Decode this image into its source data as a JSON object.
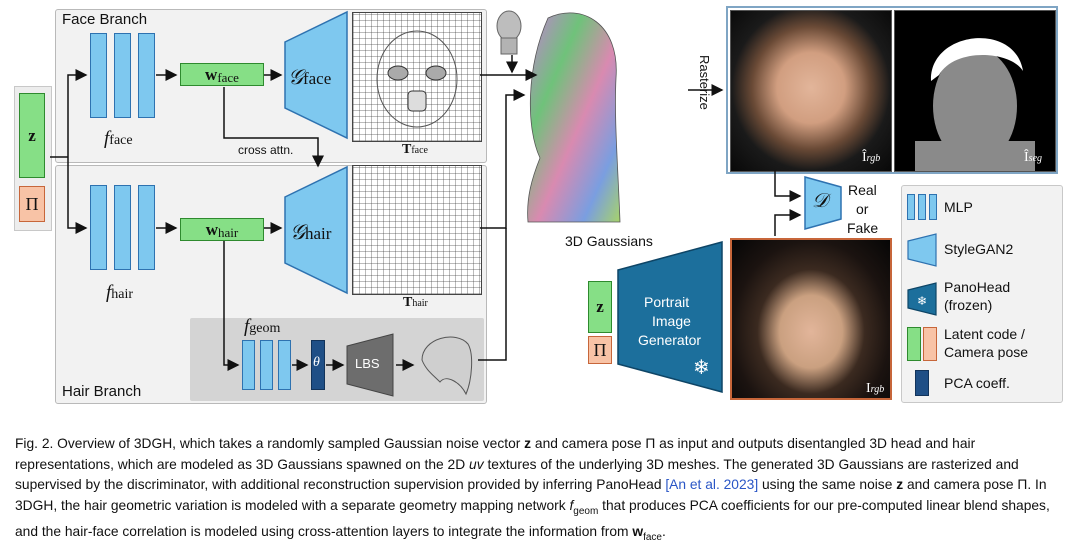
{
  "diagram": {
    "face_branch_title": "Face Branch",
    "hair_branch_title": "Hair Branch",
    "z": "z",
    "pi": "Π",
    "f_face": "f",
    "f_face_sub": "face",
    "f_hair": "f",
    "f_hair_sub": "hair",
    "f_geom": "f",
    "f_geom_sub": "geom",
    "w_face": "w",
    "w_face_sub": "face",
    "w_hair": "w",
    "w_hair_sub": "hair",
    "g_face": "𝒢",
    "g_face_sub": "face",
    "g_hair": "𝒢",
    "g_hair_sub": "hair",
    "cross_attn": "cross attn.",
    "t_face": "T",
    "t_face_sub": "face",
    "t_hair": "T",
    "t_hair_sub": "hair",
    "theta": "θ⃗",
    "lbs": "LBS",
    "gaussians_label": "3D Gaussians",
    "rasterize": "Rasterize",
    "i_rgb_hat": "Î",
    "i_rgb_hat_sub": "rgb",
    "i_seg_hat": "Î",
    "i_seg_hat_sub": "seg",
    "disc": "𝒟",
    "real_or_fake": [
      "Real",
      "or",
      "Fake"
    ],
    "z2": "z",
    "pi2": "Π",
    "portrait_generator": [
      "Portrait",
      "Image",
      "Generator"
    ],
    "i_rgb": "I",
    "i_rgb_sub": "rgb",
    "snowflake": "❄"
  },
  "legend": {
    "items": [
      {
        "label": "MLP",
        "icon": "mlp-icon"
      },
      {
        "label": "StyleGAN2",
        "icon": "stylegan-icon"
      },
      {
        "label": "PanoHead\n(frozen)",
        "icon": "panohead-icon"
      },
      {
        "label": "Latent code /\nCamera pose",
        "icon": "latent-icon"
      },
      {
        "label": "PCA coeff.",
        "icon": "pca-icon"
      }
    ]
  },
  "caption": {
    "prefix": "Fig. 2.  Overview of 3DGH, which takes a randomly sampled Gaussian noise vector ",
    "z1": "z",
    "mid1": " and camera pose Π as input and outputs disentangled 3D head and hair representations, which are modeled as 3D Gaussians spawned on the 2D ",
    "uv": "uv",
    "mid2": " textures of the underlying 3D meshes. The generated 3D Gaussians are rasterized and supervised by the discriminator, with additional reconstruction supervision provided by inferring PanoHead ",
    "cite": "[An et al. 2023]",
    "mid3": " using the same noise ",
    "z2": "z",
    "mid4": " and camera pose Π. In 3DGH, the hair geometric variation is modeled with a separate geometry mapping network ",
    "fgeom": "f",
    "fgeom_sub": "geom",
    "mid5": " that produces PCA coefficients for our pre-computed linear blend shapes, and the hair-face correlation is modeled using cross-attention layers to integrate the information from ",
    "wface": "w",
    "wface_sub": "face",
    "end": "."
  },
  "colors": {
    "mlp": "#7ec8ef",
    "latent_green": "#86df86",
    "camera_orange": "#f8c3a6",
    "pca_blue": "#1f4f86",
    "panohead_blue": "#1c6f9c",
    "cite_link": "#2a56c6"
  }
}
